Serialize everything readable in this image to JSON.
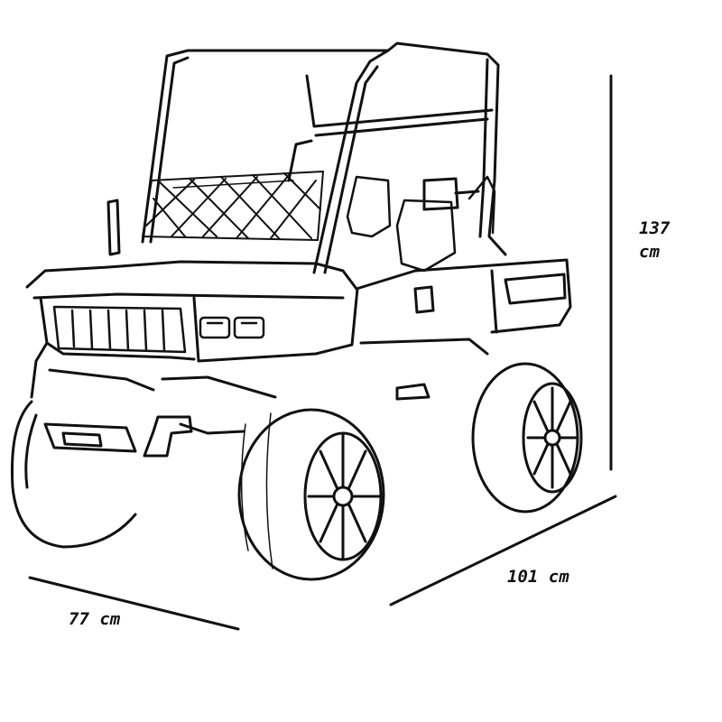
{
  "dimensions": {
    "height_value": "137",
    "height_unit": "cm",
    "depth_label": "101 cm",
    "width_label": "77 cm"
  },
  "colors": {
    "ink": "#111111",
    "background": "#ffffff"
  }
}
